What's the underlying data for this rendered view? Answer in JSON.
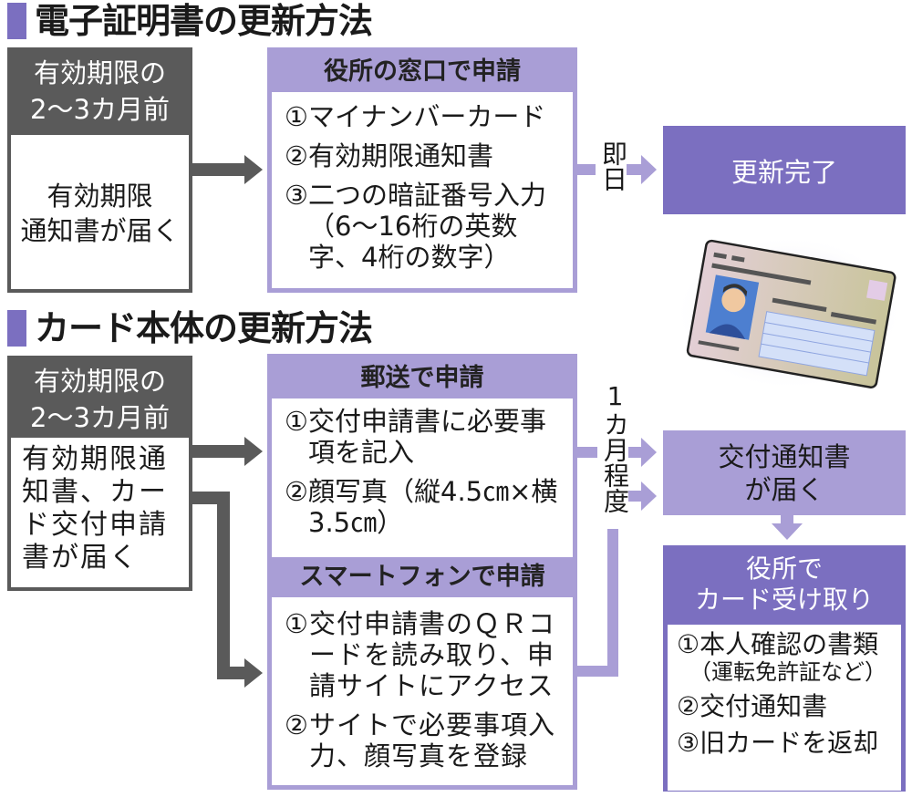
{
  "sections": [
    {
      "title": "電子証明書の更新方法",
      "trigger": {
        "header": "有効期限の\n2〜3カ月前",
        "header_line1": "有効期限の",
        "header_line2": "2〜3カ月前",
        "body_line1": "有効期限",
        "body_line2": "通知書が届く"
      },
      "method": {
        "header": "役所の窓口で申請",
        "items": [
          {
            "num": "①",
            "text": "マイナンバーカード"
          },
          {
            "num": "②",
            "text": "有効期限通知書"
          },
          {
            "num": "③",
            "text": "二つの暗証番号入力（6〜16桁の英数字、4桁の数字）"
          }
        ]
      },
      "timing": "即日",
      "result": "更新完了"
    },
    {
      "title": "カード本体の更新方法",
      "trigger": {
        "header_line1": "有効期限の",
        "header_line2": "2〜3カ月前",
        "body": "有効期限通知書、カード交付申請書が届く"
      },
      "methods": [
        {
          "header": "郵送で申請",
          "items": [
            {
              "num": "①",
              "text": "交付申請書に必要事項を記入"
            },
            {
              "num": "②",
              "text": "顔写真（縦4.5㎝×横3.5㎝）"
            }
          ]
        },
        {
          "header": "スマートフォンで申請",
          "items": [
            {
              "num": "①",
              "text": "交付申請書のＱＲコードを読み取り、申請サイトにアクセス"
            },
            {
              "num": "②",
              "text": "サイトで必要事項入力、顔写真を登録"
            }
          ]
        }
      ],
      "timing": "1カ月程度",
      "notice": {
        "line1": "交付通知書",
        "line2": "が届く"
      },
      "pickup": {
        "header_line1": "役所で",
        "header_line2": "カード受け取り",
        "items": [
          {
            "num": "①",
            "text": "本人確認の書類",
            "sub": "（運転免許証など）"
          },
          {
            "num": "②",
            "text": "交付通知書",
            "sub": ""
          },
          {
            "num": "③",
            "text": "旧カードを返却",
            "sub": ""
          }
        ]
      }
    }
  ],
  "illustration": "my-number-card-illustration",
  "colors": {
    "accent_purple": "#7b6fc0",
    "light_purple": "#a99ed6",
    "dark_gray": "#5a5a5a"
  }
}
